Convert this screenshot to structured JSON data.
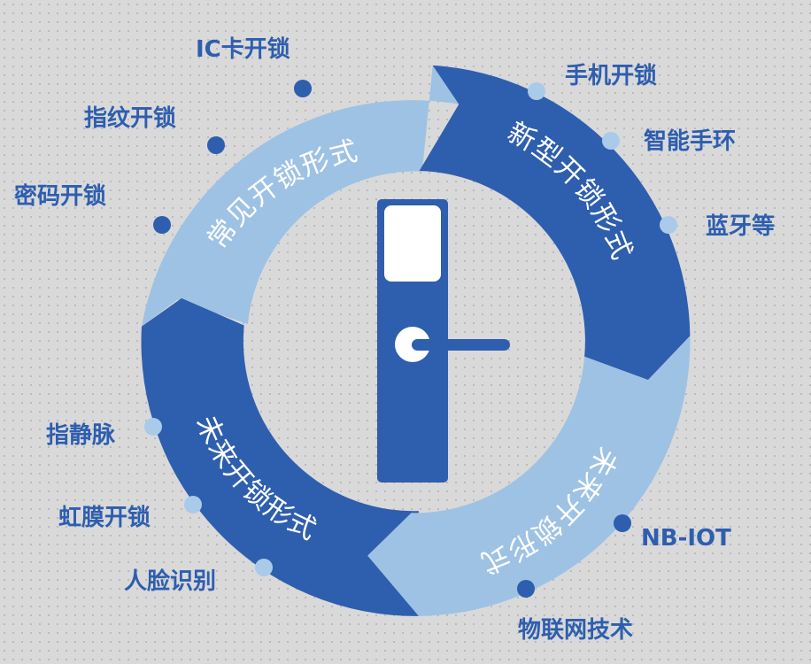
{
  "colors": {
    "dark_blue": "#2e5eae",
    "light_blue": "#9ec2e4",
    "background": "#d9d9da",
    "white": "#ffffff"
  },
  "segments": {
    "common": "常见开锁形式",
    "new": "新型开锁形式",
    "future_a": "未来开锁形式",
    "future_b": "未来开锁形式"
  },
  "center_icon": "door-lock-handle-icon",
  "labels": {
    "ic_card": "IC卡开锁",
    "fingerprint": "指纹开锁",
    "password": "密码开锁",
    "phone": "手机开锁",
    "smart_band": "智能手环",
    "bluetooth": "蓝牙等",
    "finger_vein": "指静脉",
    "iris": "虹膜开锁",
    "face": "人脸识别",
    "nb_iot": "NB-IOT",
    "iot_tech": "物联网技术"
  }
}
